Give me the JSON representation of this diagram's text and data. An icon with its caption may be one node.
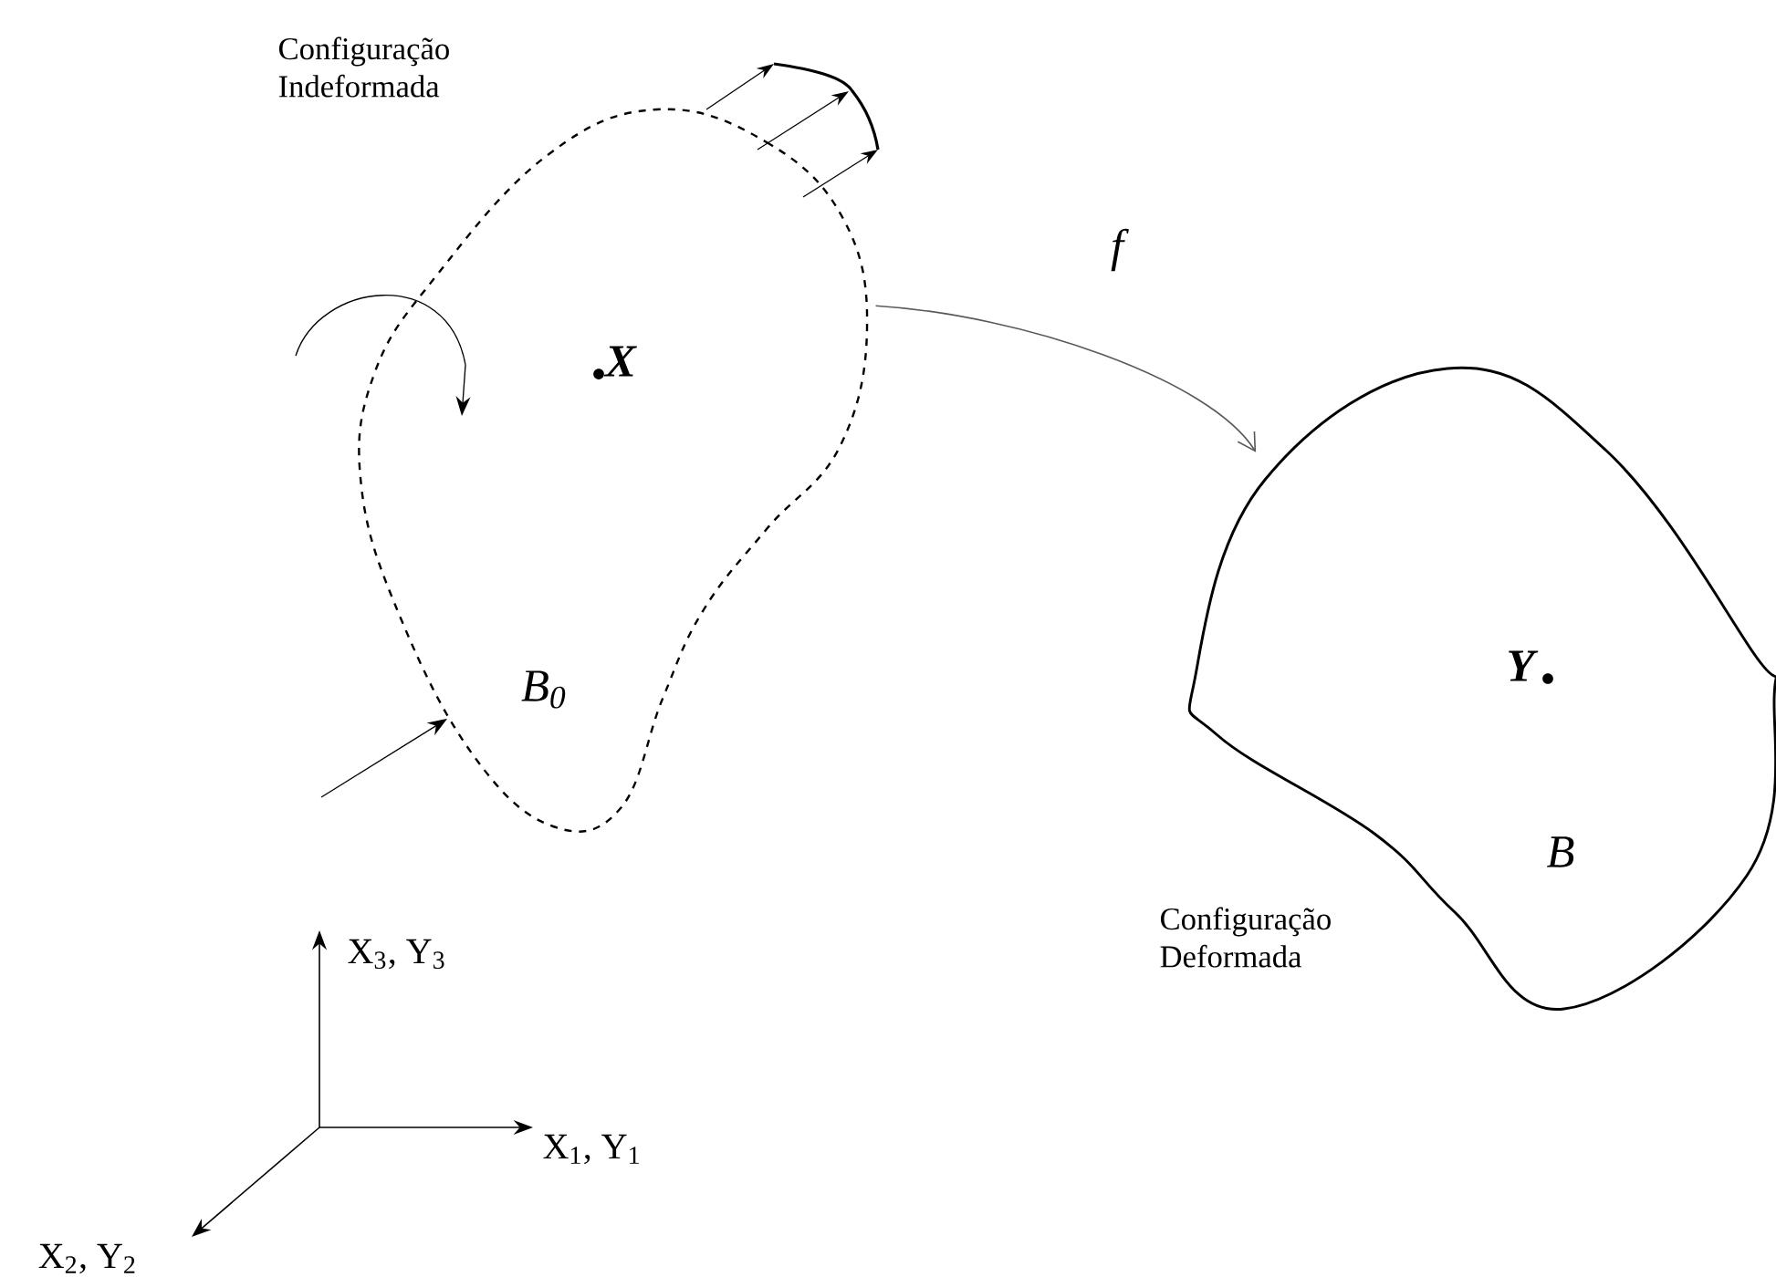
{
  "diagram": {
    "nodes": [
      {
        "text": [
          "X",
          "B$_{0}$"
        ],
        "beside": [
          "Configuração Indeformada"
        ]
      },
      {
        "text": [
          "Y",
          "B"
        ],
        "beside": [
          "Configuração Deformada"
        ]
      }
    ],
    "edges": [
      {
        "from": 0,
        "to": 1,
        "arrow": "to",
        "label": "f"
      }
    ],
    "labels": [
      "X$_{3}$, Y$_{3}$",
      "X$_{1}$, Y$_{1}$",
      "X$_{2}$, Y$_{2}$"
    ]
  }
}
